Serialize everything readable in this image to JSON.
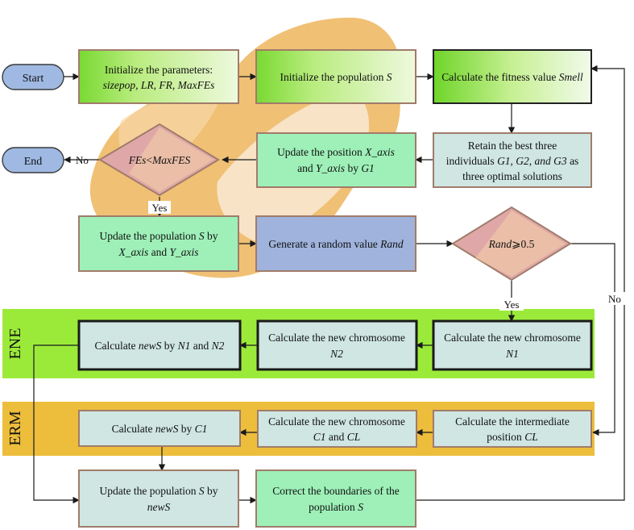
{
  "colors": {
    "green_gradient_start": "#7fdc3a",
    "green_gradient_end": "#e8f7d0",
    "mint": "#9ef0b8",
    "light_teal": "#cfe6e3",
    "blue": "#9fb3dc",
    "decision_pink": "#dfa7a7",
    "decision_peach": "#f3d2a8",
    "terminal_blue": "#9fb9e3",
    "band_green": "#9bea3a",
    "band_orange": "#edbd3c",
    "blob_orange": "#f0c070",
    "blob_cream": "#f7e2c2"
  },
  "terminals": {
    "start": "Start",
    "end": "End"
  },
  "bands": {
    "ene": "ENE",
    "erm": "ERM"
  },
  "boxes": {
    "init_params": {
      "line1": "Initialize the parameters:",
      "line2": "sizepop, LR, FR, MaxFEs"
    },
    "init_pop": {
      "line1": "Initialize the population ",
      "italic": "S"
    },
    "fitness": {
      "line1": "Calculate the fitness value ",
      "italic": "Smell"
    },
    "retain": {
      "line1": "Retain the best three",
      "line2a": "individuals ",
      "line2i": "G1, G2, and G3",
      "line2b": " as",
      "line3": "three optimal solutions"
    },
    "update_pos": {
      "line1a": "Update the position ",
      "line1i": "X_axis",
      "line2a": "and ",
      "line2i": "Y_axis",
      "line2b": " by ",
      "line2j": "G1"
    },
    "update_pop_s": {
      "line1a": "Update the population ",
      "line1i": "S",
      "line1b": " by",
      "line2i": "X_axis",
      "line2a": " and ",
      "line2j": "Y_axis"
    },
    "gen_rand": {
      "line1": "Generate a random value ",
      "italic": "Rand"
    },
    "chrom_n1": {
      "line1": "Calculate the new chromosome",
      "line2": "N1"
    },
    "chrom_n2": {
      "line1": "Calculate the new chromosome",
      "line2": "N2"
    },
    "news_n1n2": {
      "a": "Calculate ",
      "i1": "newS",
      "b": " by ",
      "i2": "N1",
      "c": " and ",
      "i3": "N2"
    },
    "intermediate": {
      "line1": "Calculate the intermediate",
      "line2a": "position ",
      "line2i": "CL"
    },
    "chrom_c1": {
      "line1": "Calculate the new chromosome",
      "line2i1": "C1",
      "line2a": " and ",
      "line2i2": "CL"
    },
    "news_c1": {
      "a": "Calculate ",
      "i1": "newS",
      "b": " by ",
      "i2": "C1"
    },
    "update_pop_news": {
      "line1a": "Update the population ",
      "line1i": "S",
      "line1b": " by",
      "line2i": "newS"
    },
    "correct": {
      "line1": "Correct the boundaries of the",
      "line2a": "population ",
      "line2i": "S"
    }
  },
  "decisions": {
    "fes": {
      "i1": "FEs",
      "op": "<",
      "i2": "MaxFES"
    },
    "rand": {
      "i1": "Rand",
      "op": "⩾0.5"
    }
  },
  "labels": {
    "no_end": "No",
    "yes_fes": "Yes",
    "yes_rand": "Yes",
    "no_rand": "No"
  }
}
